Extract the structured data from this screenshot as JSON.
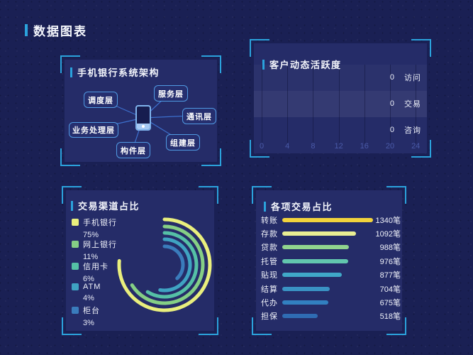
{
  "header": {
    "title": "数据图表"
  },
  "accent_color": "#2ba2dc",
  "panel_color": "#252c68",
  "page_color": "#1a2054",
  "panels": {
    "architecture": {
      "title": "手机银行系统架构",
      "center_icon": "phone-icon",
      "nodes": [
        "调度层",
        "服务层",
        "通讯层",
        "组建层",
        "构件层",
        "业务处理层"
      ]
    },
    "activity": {
      "title": "客户动态活跃度"
    },
    "channels": {
      "title": "交易渠道占比"
    },
    "transactions": {
      "title": "各项交易占比"
    }
  },
  "chart_data": [
    {
      "id": "activity",
      "type": "bar",
      "orientation": "horizontal",
      "title": "客户动态活跃度",
      "categories": [
        "访问",
        "交易",
        "咨询"
      ],
      "values": [
        0,
        0,
        0
      ],
      "value_labels": [
        "0",
        "0",
        "0"
      ],
      "xlim": [
        0,
        24
      ],
      "x_ticks": [
        "0",
        "4",
        "8",
        "12",
        "16",
        "20",
        "24"
      ],
      "grid": true,
      "category_label_position": "right",
      "row_band_opacities": [
        0.03,
        0.07,
        0
      ]
    },
    {
      "id": "channels",
      "type": "ring",
      "title": "交易渠道占比",
      "categories": [
        "手机银行",
        "网上银行",
        "信用卡",
        "ATM",
        "柜台"
      ],
      "values": [
        75,
        11,
        6,
        4,
        3
      ],
      "unit": "%",
      "percent_labels": [
        "75%",
        "11%",
        "6%",
        "4%",
        "3%"
      ],
      "colors": [
        "#e9ef7d",
        "#85cf85",
        "#55c0a6",
        "#3fa3c2",
        "#3a7cbc"
      ],
      "sweep_deg": [
        275,
        238,
        212,
        190,
        137
      ],
      "radii": [
        64,
        54,
        45,
        36,
        26
      ],
      "stroke_width": 5,
      "legend_position": "left"
    },
    {
      "id": "transactions",
      "type": "bar",
      "orientation": "horizontal",
      "title": "各项交易占比",
      "categories": [
        "转账",
        "存款",
        "贷款",
        "托管",
        "贴现",
        "结算",
        "代办",
        "担保"
      ],
      "values": [
        1340,
        1092,
        988,
        976,
        877,
        704,
        675,
        518
      ],
      "unit": "笔",
      "value_labels": [
        "1340笔",
        "1092笔",
        "988笔",
        "976笔",
        "877笔",
        "704笔",
        "675笔",
        "518笔"
      ],
      "xlim": [
        0,
        1340
      ],
      "colors": [
        "#f2d33c",
        "#e9ee93",
        "#90d48e",
        "#62c7ae",
        "#40a8c8",
        "#3a93c4",
        "#3280c0",
        "#2f6cb3"
      ]
    }
  ]
}
